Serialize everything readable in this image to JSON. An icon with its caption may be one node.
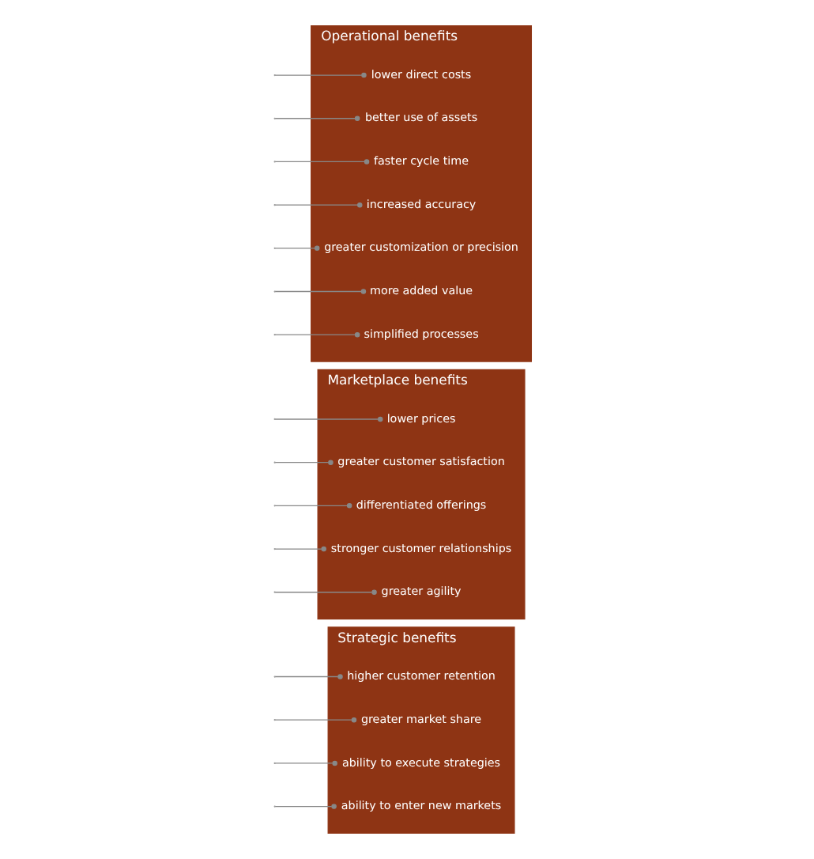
{
  "diagram": {
    "nodes": [
      {
        "text": [
          "Strategic benefits"
        ]
      },
      {
        "text": [
          "higher customer retention"
        ],
        "in": 0
      },
      {
        "text": [
          "greater market share"
        ],
        "in": 0
      },
      {
        "text": [
          "ability to execute strategies"
        ],
        "in": 0
      },
      {
        "text": [
          "ability to enter new markets"
        ],
        "in": 0
      },
      {
        "text": [
          "Marketplace benefits"
        ]
      },
      {
        "text": [
          "lower prices"
        ],
        "in": 5
      },
      {
        "text": [
          "greater customer satisfaction"
        ],
        "in": 5
      },
      {
        "text": [
          "differentiated offerings"
        ],
        "in": 5
      },
      {
        "text": [
          "stronger customer relationships"
        ],
        "in": 5
      },
      {
        "text": [
          "greater agility"
        ],
        "in": 5
      },
      {
        "text": [
          "Operational benefits"
        ]
      },
      {
        "text": [
          "lower direct costs"
        ],
        "in": 11
      },
      {
        "text": [
          "better use of assets"
        ],
        "in": 11
      },
      {
        "text": [
          "faster cycle time"
        ],
        "in": 11
      },
      {
        "text": [
          "increased accuracy"
        ],
        "in": 11
      },
      {
        "text": [
          "greater customization or precision"
        ],
        "in": 11
      },
      {
        "text": [
          "more added value"
        ],
        "in": 11
      },
      {
        "text": [
          "simplified processes"
        ],
        "in": 11
      }
    ],
    "edges": [
      {
        "from": null,
        "to": 1,
        "arrow": "other"
      },
      {
        "from": null,
        "to": 2,
        "arrow": "other"
      },
      {
        "from": null,
        "to": 3,
        "arrow": "other"
      },
      {
        "from": null,
        "to": 4,
        "arrow": "other"
      },
      {
        "from": null,
        "to": 6,
        "arrow": "other"
      },
      {
        "from": null,
        "to": 7,
        "arrow": "other"
      },
      {
        "from": null,
        "to": 8,
        "arrow": "other"
      },
      {
        "from": null,
        "to": 9,
        "arrow": "other"
      },
      {
        "from": null,
        "to": 10,
        "arrow": "other"
      },
      {
        "from": null,
        "to": 12,
        "arrow": "other"
      },
      {
        "from": null,
        "to": 13,
        "arrow": "other"
      },
      {
        "from": null,
        "to": 14,
        "arrow": "other"
      },
      {
        "from": null,
        "to": 15,
        "arrow": "other"
      },
      {
        "from": null,
        "to": 16,
        "arrow": "other"
      },
      {
        "from": null,
        "to": 17,
        "arrow": "other"
      },
      {
        "from": null,
        "to": 18,
        "arrow": "other"
      }
    ]
  }
}
